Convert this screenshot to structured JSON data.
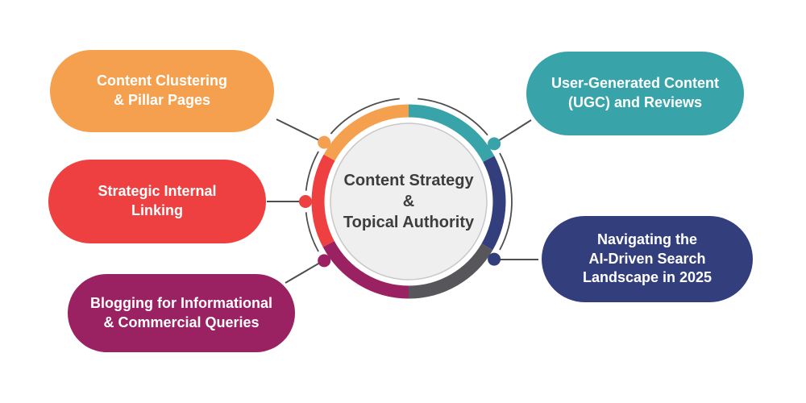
{
  "background": "#FFFFFF",
  "center": {
    "title": "Content Strategy\n&\nTopical Authority",
    "inner_fill": "#EFEFEF",
    "inner_stroke": "#C8C8C8",
    "text_color": "#3D3D3D"
  },
  "connector_color": "#4E4E4E",
  "ring": {
    "segments": [
      {
        "name": "teal",
        "color": "#38A3A9"
      },
      {
        "name": "navy",
        "color": "#333E7C"
      },
      {
        "name": "dark-gray",
        "color": "#57565A"
      },
      {
        "name": "purple",
        "color": "#9A2162"
      },
      {
        "name": "red",
        "color": "#EE4040"
      },
      {
        "name": "orange",
        "color": "#F5A04F"
      }
    ]
  },
  "nodes": [
    {
      "id": "content-clustering",
      "label": "Content Clustering\n& Pillar Pages",
      "color": "#F5A04F"
    },
    {
      "id": "strategic-internal-linking",
      "label": "Strategic Internal\nLinking",
      "color": "#EE4040"
    },
    {
      "id": "blogging-queries",
      "label": "Blogging for Informational\n& Commercial Queries",
      "color": "#9A2162"
    },
    {
      "id": "user-generated-content",
      "label": "User-Generated Content\n(UGC) and Reviews",
      "color": "#38A3A9"
    },
    {
      "id": "ai-driven-search",
      "label": "Navigating the\nAI-Driven Search\nLandscape in 2025",
      "color": "#333E7C"
    }
  ]
}
